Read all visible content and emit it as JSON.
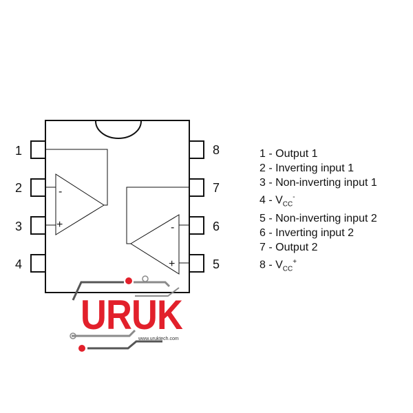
{
  "pins": {
    "left": [
      "1",
      "2",
      "3",
      "4"
    ],
    "right": [
      "8",
      "7",
      "6",
      "5"
    ]
  },
  "opamp_signs": {
    "a_minus": "-",
    "a_plus": "+",
    "b_minus": "-",
    "b_plus": "+"
  },
  "legend": [
    {
      "prefix": "1 - ",
      "text": "Output 1"
    },
    {
      "prefix": "2 - ",
      "text": "Inverting input 1"
    },
    {
      "prefix": "3 - ",
      "text": "Non-inverting input 1"
    },
    {
      "prefix": "4 - ",
      "text": "V",
      "sub": "CC",
      "sup": "-"
    },
    {
      "prefix": "5 - ",
      "text": "Non-inverting input 2"
    },
    {
      "prefix": "6 - ",
      "text": "Inverting input 2"
    },
    {
      "prefix": "7 - ",
      "text": "Output 2"
    },
    {
      "prefix": "8 - ",
      "text": "V",
      "sub": "CC",
      "sup": "+"
    }
  ],
  "logo": {
    "name": "URUK",
    "url": "www.uruktech.com"
  },
  "colors": {
    "line": "#111111",
    "logo_red": "#e2202b",
    "trace_gray": "#8a8a8a"
  }
}
